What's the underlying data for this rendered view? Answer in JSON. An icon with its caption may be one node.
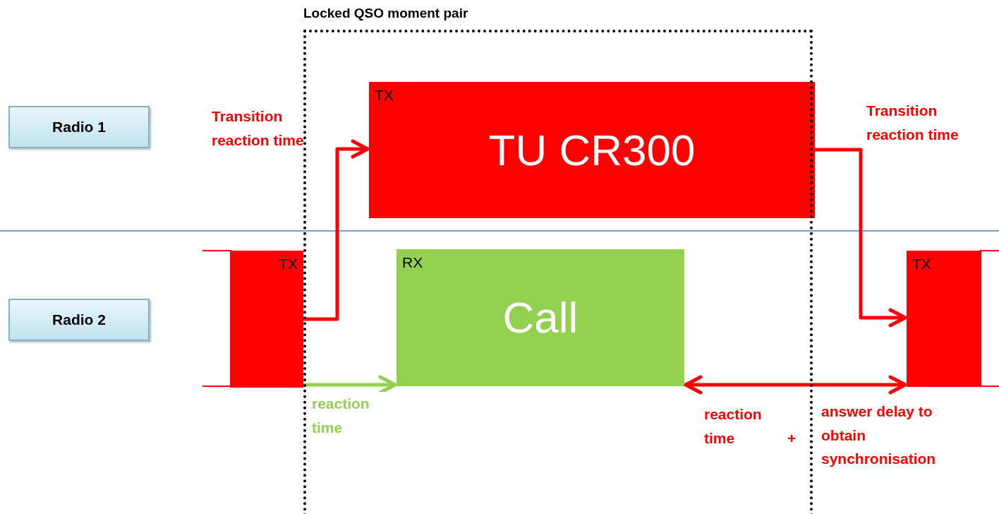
{
  "diagram": {
    "nodes": [
      {
        "text": [
          "Locked QSO moment pair"
        ]
      },
      {
        "text": [
          "Radio 1"
        ]
      },
      {
        "text": [
          "Radio 2"
        ]
      },
      {
        "text": [
          "TX"
        ]
      },
      {
        "text": [
          "TX",
          "TU CR300"
        ]
      },
      {
        "text": [
          "RX",
          "Call"
        ]
      },
      {
        "text": [
          "TX"
        ]
      }
    ],
    "edges": [
      {
        "from": 3,
        "to": 4,
        "arrow": "to",
        "label": "Transition reaction time"
      },
      {
        "from": 3,
        "to": 5,
        "arrow": "to",
        "label": "reaction time",
        "color": "#92d050"
      },
      {
        "from": 4,
        "to": 6,
        "arrow": "to",
        "label": "Transition reaction time"
      },
      {
        "from": 5,
        "to": 6,
        "arrow": "both"
      }
    ],
    "labels": [
      "reaction time",
      "+",
      "answer delay to obtain synchronisation"
    ]
  }
}
